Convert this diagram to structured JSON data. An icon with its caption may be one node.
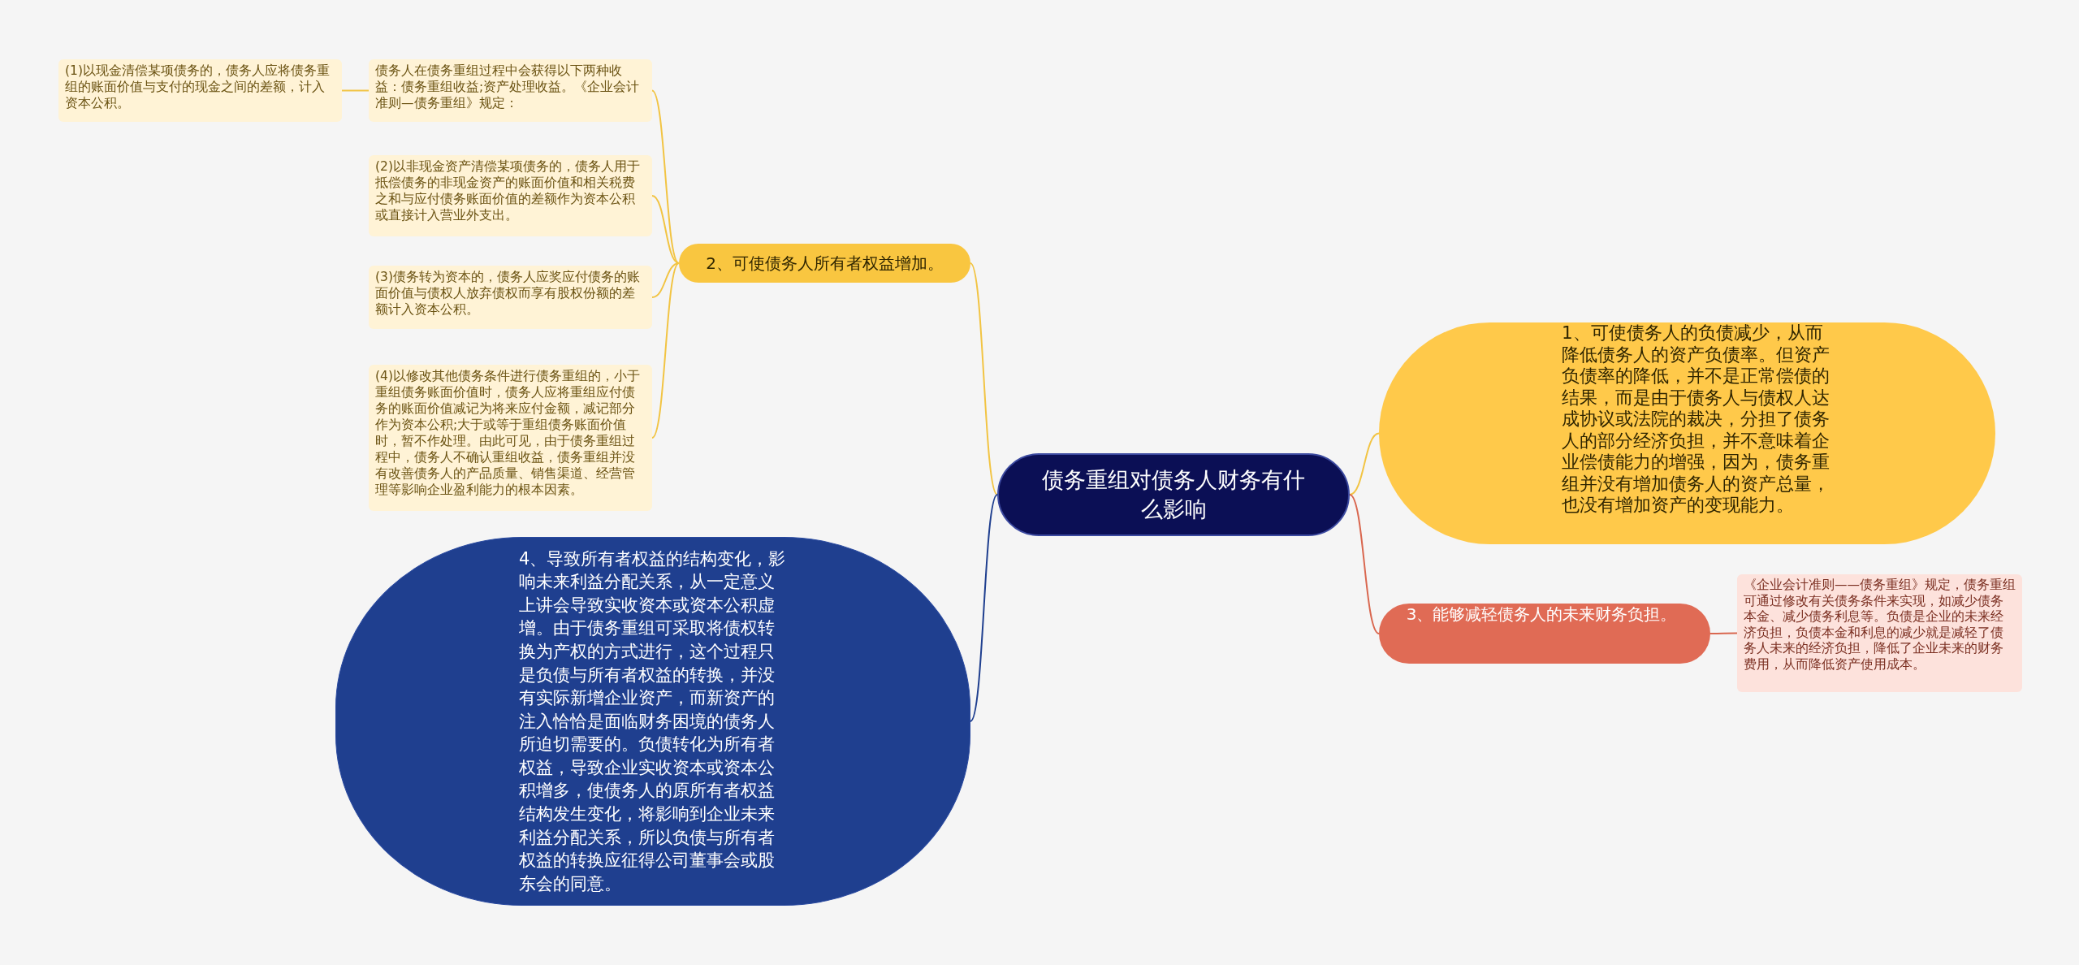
{
  "diagram": {
    "nodes": [
      {
        "text": [
          "债务重组对债务人财务有什么影响"
        ]
      },
      {
        "text": [
          "1、可使债务人的负债减少，从而降低债务人的资产负债率。但资产负债率的降低，并不是正常偿债的结果，而是由于债务人与债权人达成协议或法院的裁决，分担了债务人的部分经济负担，并不意味着企业偿债能力的增强，因为，债务重组并没有增加债务人的资产总量，也没有增加资产的变现能力。"
        ]
      },
      {
        "text": [
          "2、可使债务人所有者权益增加。"
        ]
      },
      {
        "text": [
          "债务人在债务重组过程中会获得以下两种收益：债务重组收益;资产处理收益。《企业会计准则—债务重组》规定："
        ]
      },
      {
        "text": [
          "(1)以现金清偿某项债务的，债务人应将债务重组的账面价值与支付的现金之间的差额，计入资本公积。"
        ]
      },
      {
        "text": [
          "(2)以非现金资产清偿某项债务的，债务人用于抵偿债务的非现金资产的账面价值和相关税费之和与应付债务账面价值的差额作为资本公积或直接计入营业外支出。"
        ]
      },
      {
        "text": [
          "(3)债务转为资本的，债务人应奖应付债务的账面价值与债权人放弃债权而享有股权份额的差额计入资本公积。"
        ]
      },
      {
        "text": [
          "(4)以修改其他债务条件进行债务重组的，小于重组债务账面价值时，债务人应将重组应付债务的账面价值减记为将来应付金额，减记部分作为资本公积;大于或等于重组债务账面价值时，暂不作处理。由此可见，由于债务重组过程中，债务人不确认重组收益，债务重组并没有改善债务人的产品质量、销售渠道、经营管理等影响企业盈利能力的根本因素。"
        ]
      },
      {
        "text": [
          "3、能够减轻债务人的未来财务负担。"
        ]
      },
      {
        "text": [
          "《企业会计准则——债务重组》规定，债务重组可通过修改有关债务条件来实现，如减少债务本金、减少债务利息等。负债是企业的未来经济负担，负债本金和利息的减少就是减轻了债务人未来的经济负担，降低了企业未来的财务费用，从而降低资产使用成本。"
        ]
      },
      {
        "text": [
          "4、导致所有者权益的结构变化，影响未来利益分配关系，从一定意义上讲会导致实收资本或资本公积虚增。由于债务重组可采取将债权转换为产权的方式进行，这个过程只是负债与所有者权益的转换，并没有实际新增企业资产，而新资产的注入恰恰是面临财务困境的债务人所迫切需要的。负债转化为所有者权益，导致企业实收资本或资本公积增多，使债务人的原所有者权益结构发生变化，将影响到企业未来利益分配关系，所以负债与所有者权益的转换应征得公司董事会或股东会的同意。"
        ]
      }
    ],
    "edges": [
      {
        "from": 0,
        "to": 1,
        "arrow": "none"
      },
      {
        "from": 0,
        "to": 2,
        "arrow": "none"
      },
      {
        "from": 0,
        "to": 8,
        "arrow": "none",
        "color": "#d9674f"
      },
      {
        "from": 0,
        "to": 10,
        "arrow": "none",
        "color": "#1f3f8f"
      },
      {
        "from": 2,
        "to": 3,
        "arrow": "none"
      },
      {
        "from": 2,
        "to": 5,
        "arrow": "none"
      },
      {
        "from": 2,
        "to": 6,
        "arrow": "none"
      },
      {
        "from": 2,
        "to": 7,
        "arrow": "none"
      },
      {
        "from": 3,
        "to": 4,
        "arrow": "none"
      },
      {
        "from": 8,
        "to": 9,
        "arrow": "none",
        "color": "#d9674f"
      }
    ]
  }
}
